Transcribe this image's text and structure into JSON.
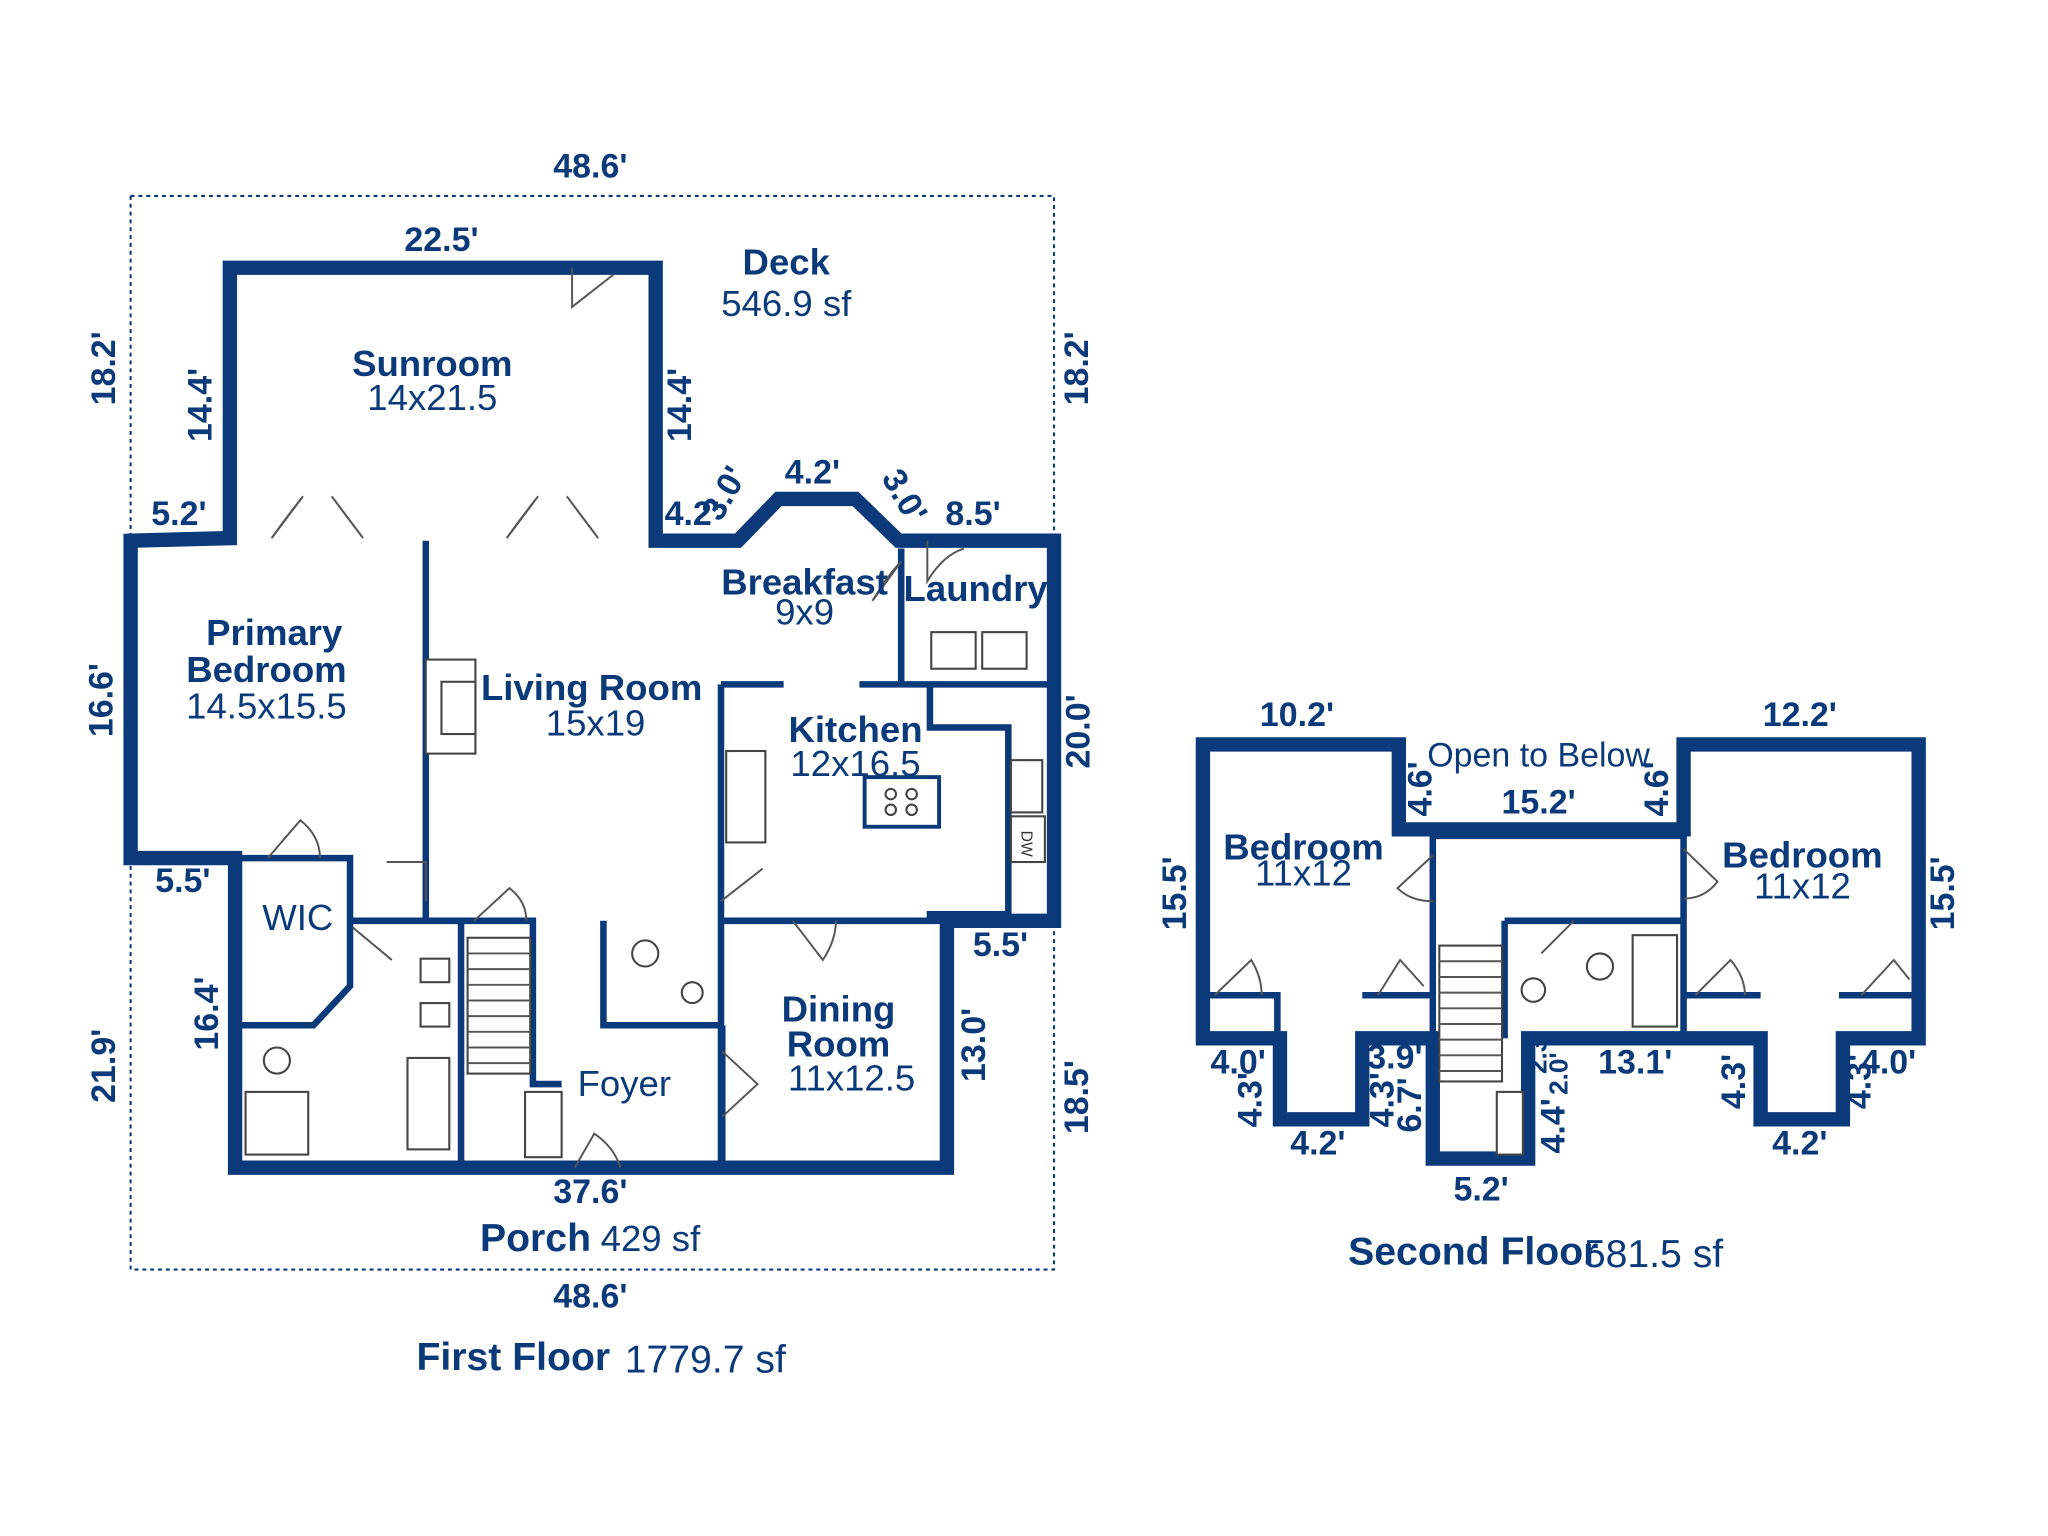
{
  "first_floor": {
    "title": "First Floor",
    "area": "1779.7 sf",
    "deck": {
      "name": "Deck",
      "area": "546.9 sf"
    },
    "porch": {
      "name": "Porch",
      "area": "429 sf"
    },
    "rooms": {
      "sunroom": {
        "name": "Sunroom",
        "size": "14x21.5"
      },
      "primary_bedroom": {
        "name_line1": "Primary",
        "name_line2": "Bedroom",
        "size": "14.5x15.5"
      },
      "living_room": {
        "name": "Living Room",
        "size": "15x19"
      },
      "breakfast": {
        "name": "Breakfast",
        "size": "9x9"
      },
      "laundry": {
        "name": "Laundry"
      },
      "kitchen": {
        "name": "Kitchen",
        "size": "12x16.5"
      },
      "wic": {
        "name": "WIC"
      },
      "dining_room": {
        "name_line1": "Dining",
        "name_line2": "Room",
        "size": "11x12.5"
      },
      "foyer": {
        "name": "Foyer"
      }
    },
    "dw_label": "DW",
    "dimensions": {
      "top_total": "48.6'",
      "bottom_total": "48.6'",
      "sunroom_top": "22.5'",
      "deck_left": "18.2'",
      "deck_right": "18.2'",
      "sunroom_left": "14.4'",
      "sunroom_right": "14.4'",
      "left_top_segment": "5.2'",
      "bay_left_segment": "4.2'",
      "bay_left_angle": "3.0'",
      "bay_top": "4.2'",
      "bay_right_angle": "3.0'",
      "right_top_segment": "8.5'",
      "left_wall": "16.6'",
      "right_wall": "20.0'",
      "left_step": "5.5'",
      "right_step": "5.5'",
      "porch_left": "21.9'",
      "porch_right": "18.5'",
      "bath_left": "16.4'",
      "dining_right": "13.0'",
      "bottom_wall": "37.6'"
    }
  },
  "second_floor": {
    "title": "Second Floor",
    "area": "581.5 sf",
    "open_to_below": "Open to Below",
    "bedroom_left": {
      "name": "Bedroom",
      "size": "11x12"
    },
    "bedroom_right": {
      "name": "Bedroom",
      "size": "11x12"
    },
    "dimensions": {
      "left_top": "10.2'",
      "right_top": "12.2'",
      "center_top": "15.2'",
      "center_left_drop": "4.6'",
      "center_right_drop": "4.6'",
      "left_side": "15.5'",
      "right_side": "15.5'",
      "left_step": "4.0'",
      "right_step": "4.0'",
      "left_closet_left": "4.3'",
      "left_closet_right": "4.3'",
      "left_closet_bottom": "4.2'",
      "right_closet_left": "4.3'",
      "right_closet_right": "4.3'",
      "right_closet_bottom": "4.2'",
      "stair_step": "3.9'",
      "stair_left": "6.7'",
      "stair_bottom": "5.2'",
      "bath_small_a": "2.3'",
      "bath_small_b": "2.0'",
      "bath_right": "4.4'",
      "bath_bottom": "13.1'"
    }
  }
}
